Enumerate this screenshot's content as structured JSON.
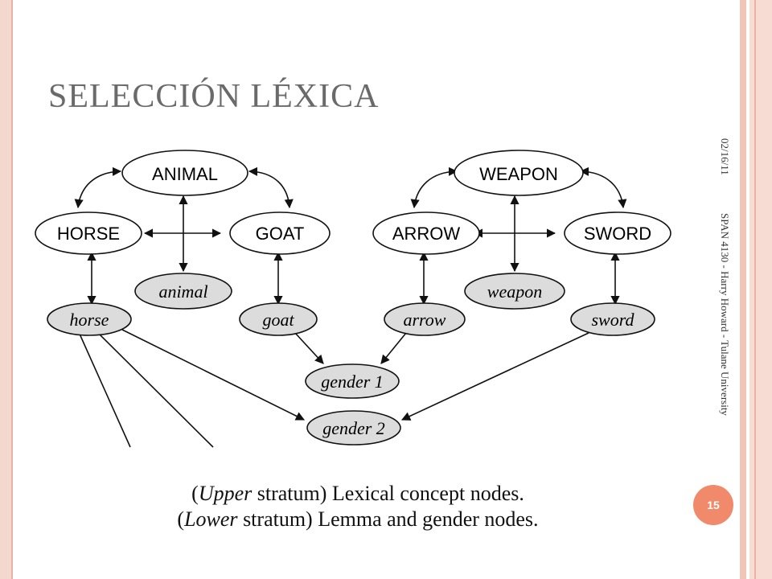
{
  "slide": {
    "title": "SELECCIÓN LÉXICA",
    "date": "02/16/11",
    "course": "SPAN 4130 - Harry Howard - Tulane University",
    "page_number": "15"
  },
  "diagram": {
    "nodes": {
      "animal_concept": "ANIMAL",
      "horse_concept": "HORSE",
      "goat_concept": "GOAT",
      "weapon_concept": "WEAPON",
      "arrow_concept": "ARROW",
      "sword_concept": "SWORD",
      "animal_lemma": "animal",
      "horse_lemma": "horse",
      "goat_lemma": "goat",
      "weapon_lemma": "weapon",
      "arrow_lemma": "arrow",
      "sword_lemma": "sword",
      "gender1": "gender 1",
      "gender2": "gender 2"
    }
  },
  "caption": {
    "line1_paren_open": "(",
    "line1_em": "Upper",
    "line1_rest": " stratum)  Lexical concept nodes.",
    "line2_paren_open": "(",
    "line2_em": "Lower",
    "line2_rest": " stratum)  Lemma and gender nodes."
  },
  "colors": {
    "accent": "#f08a6a",
    "lemma_fill": "#dcdcdc",
    "title": "#6a6a6a"
  }
}
